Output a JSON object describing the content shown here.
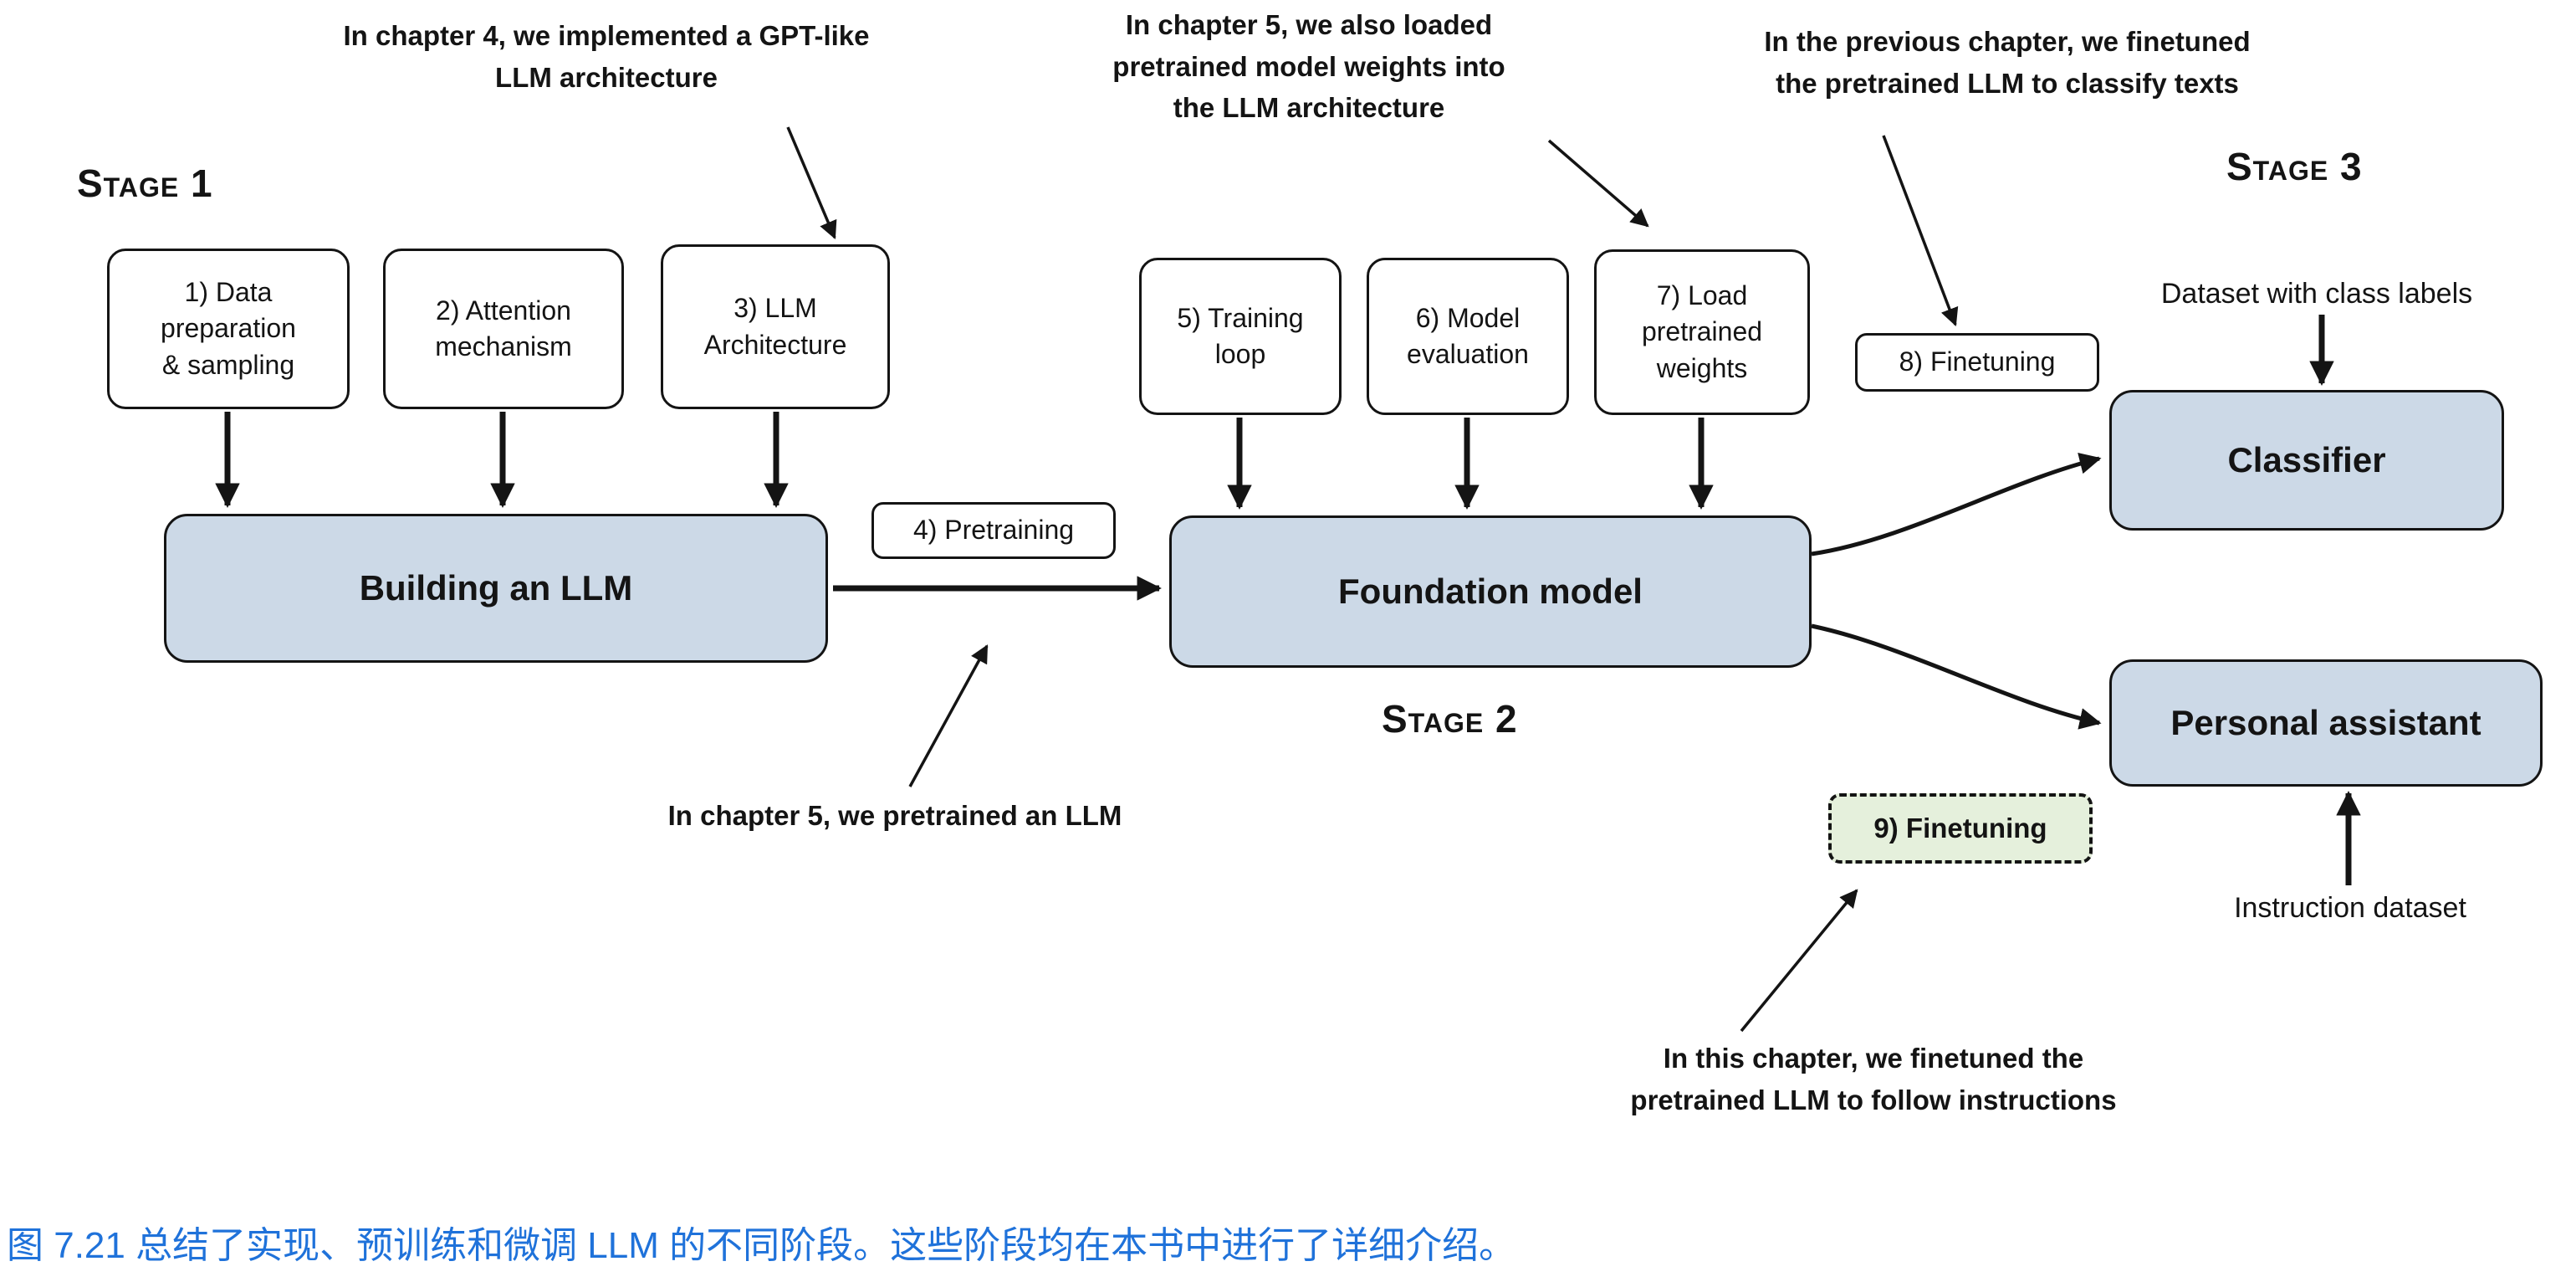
{
  "colors": {
    "node-blue": "#ccd9e7",
    "green-fill": "#e5f0dc",
    "line-black": "#141414",
    "caption-blue": "#1f72da"
  },
  "stages": {
    "s1": "Stage 1",
    "s2": "Stage 2",
    "s3": "Stage 3"
  },
  "steps": {
    "step1": "1) Data\npreparation\n& sampling",
    "step2": "2) Attention\nmechanism",
    "step3": "3) LLM\nArchitecture",
    "step4": "4) Pretraining",
    "step5": "5) Training\nloop",
    "step6": "6) Model\nevaluation",
    "step7": "7) Load\npretrained\nweights",
    "step8": "8) Finetuning",
    "step9": "9) Finetuning"
  },
  "boxes": {
    "building": "Building an LLM",
    "foundation": "Foundation model",
    "classifier": "Classifier",
    "assistant": "Personal assistant"
  },
  "annotations": {
    "chapter4": "In chapter 4, we implemented a GPT-like\nLLM architecture",
    "chapter5_weights": "In chapter 5, we also loaded\npretrained model weights into\nthe LLM architecture",
    "previous_chapter": "In the previous chapter, we finetuned\nthe pretrained LLM to classify texts",
    "chapter5_pretrain": "In chapter 5, we pretrained an LLM",
    "this_chapter": "In this chapter, we finetuned the\npretrained LLM to follow instructions"
  },
  "labels": {
    "dataset_class": "Dataset with class labels",
    "instruction": "Instruction dataset"
  },
  "caption": "图 7.21 总结了实现、预训练和微调 LLM 的不同阶段。这些阶段均在本书中进行了详细介绍。"
}
